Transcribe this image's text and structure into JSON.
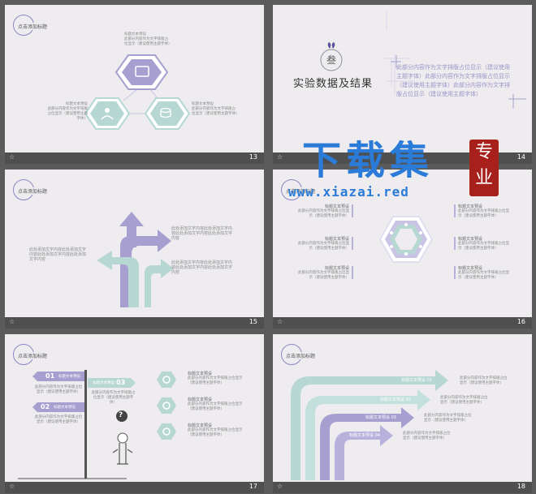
{
  "slides": [
    {
      "number": "13",
      "header": "点击添加标题",
      "blocks": [
        {
          "title": "标题文本预设",
          "body": "此部分内容作为文字排版占位显示（建议使用主题字体）"
        },
        {
          "title": "标题文本预设",
          "body": "此部分内容作为文字排版占位显示（建议使用主题字体）"
        },
        {
          "title": "标题文本预设",
          "body": "此部分内容作为文字排版占位显示（建议使用主题字体）"
        }
      ]
    },
    {
      "number": "14",
      "badge": "叁",
      "title": "实验数据及结果",
      "body": "此部分内容作为文字排版占位显示（建议使用主题字体）此部分内容作为文字排版占位显示（建议使用主题字体）此部分内容作为文字排版占位显示（建议使用主题字体）"
    },
    {
      "number": "15",
      "header": "点击添加标题",
      "left_text": "此处添加文字内容此处添加文字内容此处添加文字内容此处添加文字内容",
      "right_top": "此处添加文字内容此处添加文字内容此处添加文字内容此处添加文字内容",
      "right_bottom": "此处添加文字内容此处添加文字内容此处添加文字内容此处添加文字内容"
    },
    {
      "number": "16",
      "header": "点击添加标题",
      "items": [
        {
          "title": "标题文本预设",
          "body": "此部分内容作为文字排版占位显示（建议使用主题字体）"
        },
        {
          "title": "标题文本预设",
          "body": "此部分内容作为文字排版占位显示（建议使用主题字体）"
        },
        {
          "title": "标题文本预设",
          "body": "此部分内容作为文字排版占位显示（建议使用主题字体）"
        },
        {
          "title": "标题文本预设",
          "body": "此部分内容作为文字排版占位显示（建议使用主题字体）"
        },
        {
          "title": "标题文本预设",
          "body": "此部分内容作为文字排版占位显示（建议使用主题字体）"
        },
        {
          "title": "标题文本预设",
          "body": "此部分内容作为文字排版占位显示（建议使用主题字体）"
        }
      ]
    },
    {
      "number": "17",
      "header": "点击添加标题",
      "signs": [
        {
          "num": "01",
          "label": "标题文本预设"
        },
        {
          "num": "03",
          "label": "标题文本预设"
        },
        {
          "num": "02",
          "label": "标题文本预设"
        }
      ],
      "sign_body": "此部分内容作为文字排版占位显示（建议使用主题字体）",
      "question": "?",
      "items": [
        {
          "title": "标题文本预设",
          "body": "此部分内容作为文字排版占位显示（建议使用主题字体）"
        },
        {
          "title": "标题文本预设",
          "body": "此部分内容作为文字排版占位显示（建议使用主题字体）"
        },
        {
          "title": "标题文本预设",
          "body": "此部分内容作为文字排版占位显示（建议使用主题字体）"
        }
      ]
    },
    {
      "number": "18",
      "header": "点击添加标题",
      "arrows": [
        {
          "label": "标题文本预设 01",
          "body": "此部分内容作为文字排版占位显示（建议使用主题字体）"
        },
        {
          "label": "标题文本预设 02",
          "body": "此部分内容作为文字排版占位显示（建议使用主题字体）"
        },
        {
          "label": "标题文本预设 03",
          "body": "此部分内容作为文字排版占位显示（建议使用主题字体）"
        },
        {
          "label": "标题文本预设 04",
          "body": "此部分内容作为文字排版占位显示（建议使用主题字体）"
        }
      ]
    }
  ],
  "watermark": {
    "title": "下载集",
    "badge": "专业",
    "url": "www.xiazai.red"
  },
  "star": "☆",
  "colors": {
    "purple": "#a79fd0",
    "teal": "#b7d7d3",
    "slide_bg": "#eeecef",
    "footer": "#4f4f4f"
  }
}
